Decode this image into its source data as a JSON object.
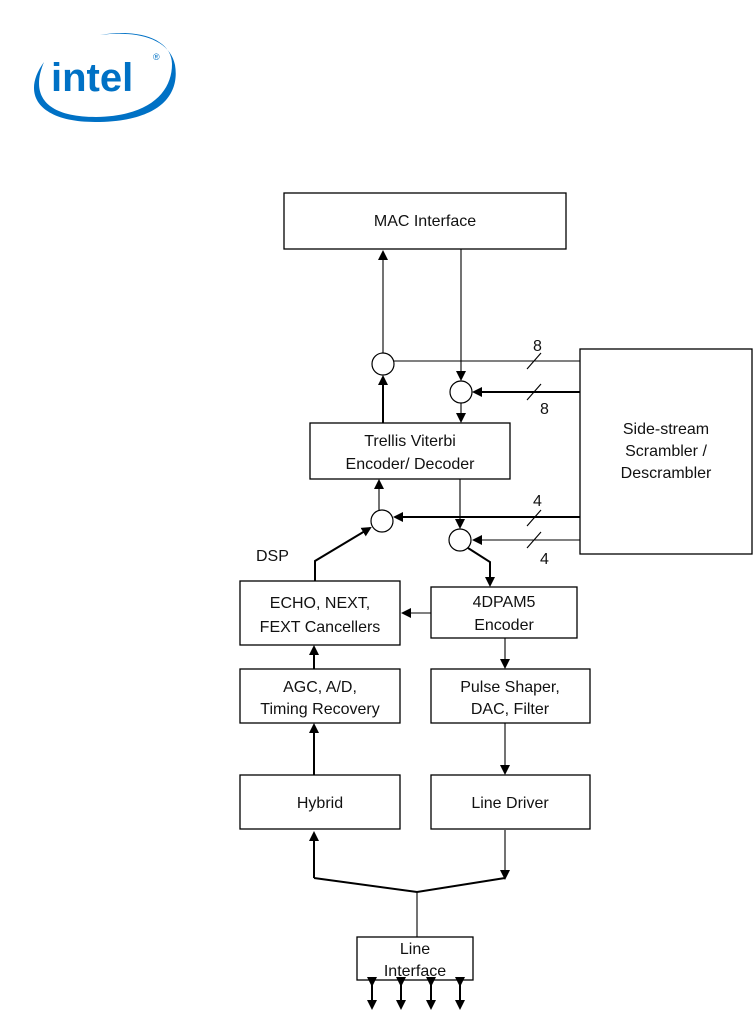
{
  "logo": {
    "text": "intel",
    "registered": "®",
    "color": "#0071c5"
  },
  "diagram": {
    "blocks": {
      "mac": "MAC Interface",
      "trellis": [
        "Trellis Viterbi",
        "Encoder/ Decoder"
      ],
      "scrambler": [
        "Side-stream",
        "Scrambler /",
        "Descrambler"
      ],
      "cancellers": [
        "ECHO, NEXT,",
        "FEXT Cancellers"
      ],
      "pam5": [
        "4DPAM5",
        "Encoder"
      ],
      "agc": [
        "AGC, A/D,",
        "Timing Recovery"
      ],
      "pulse": [
        "Pulse Shaper,",
        "DAC, Filter"
      ],
      "hybrid": "Hybrid",
      "linedriver": "Line Driver",
      "lineif": [
        "Line",
        "Interface"
      ]
    },
    "labels": {
      "dsp": "DSP",
      "bus_top_upper": "8",
      "bus_top_lower": "8",
      "bus_mid_upper": "4",
      "bus_mid_lower": "4"
    }
  }
}
